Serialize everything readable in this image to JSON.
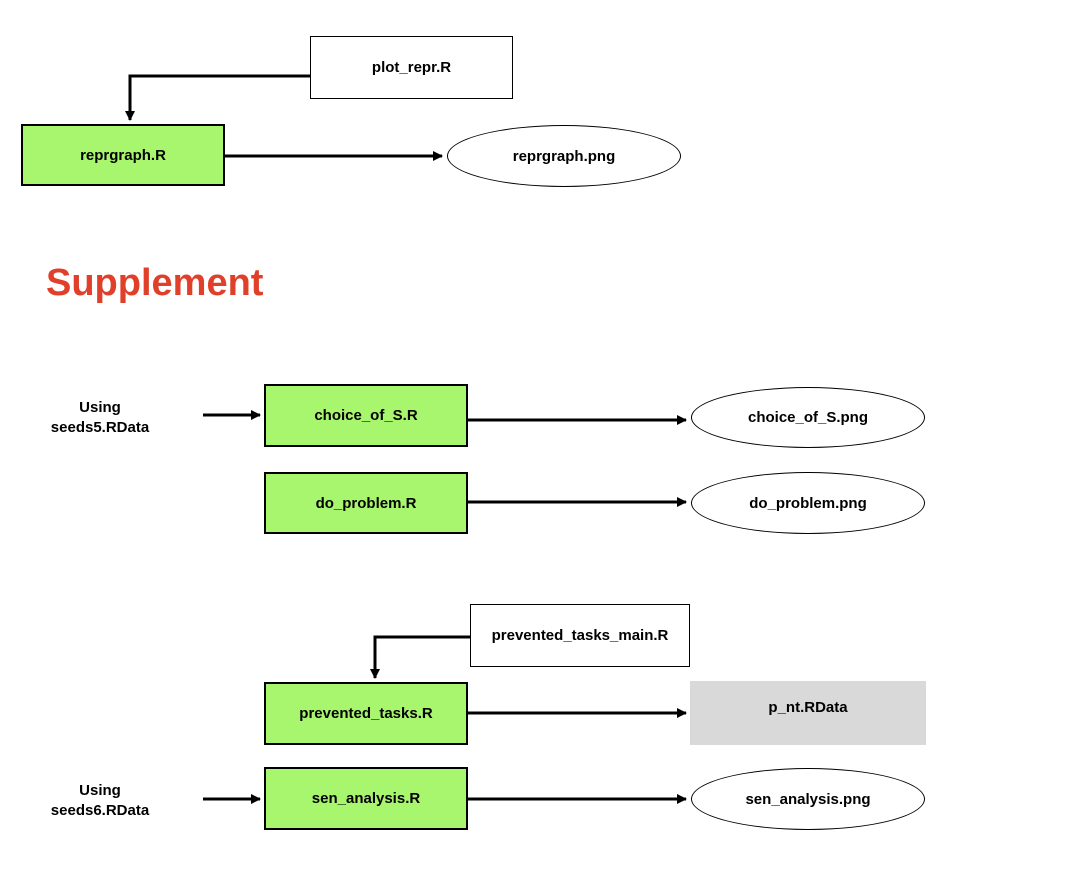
{
  "nodes": {
    "plot_repr": "plot_repr.R",
    "reprgraph_r": "reprgraph.R",
    "reprgraph_png": "reprgraph.png",
    "choice_r": "choice_of_S.R",
    "choice_png": "choice_of_S.png",
    "do_problem_r": "do_problem.R",
    "do_problem_png": "do_problem.png",
    "prevented_main": "prevented_tasks_main.R",
    "prevented_r": "prevented_tasks.R",
    "p_nt": "p_nt.RData",
    "sen_r": "sen_analysis.R",
    "sen_png": "sen_analysis.png"
  },
  "notes": {
    "seeds5_line1": "Using",
    "seeds5_line2": "seeds5.RData",
    "seeds6_line1": "Using",
    "seeds6_line2": "seeds6.RData"
  },
  "heading": "Supplement",
  "colors": {
    "script_fill": "#a8f56e",
    "data_fill": "#d9d9d9",
    "heading": "#e0402a"
  }
}
